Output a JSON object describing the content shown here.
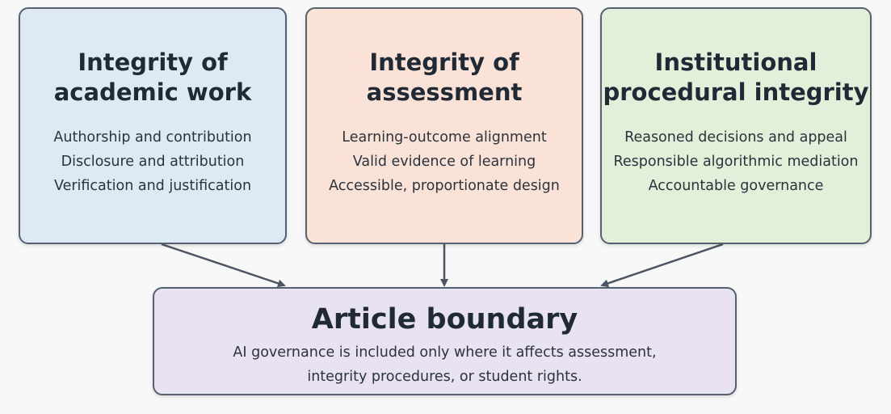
{
  "boxes": {
    "academic": {
      "title": [
        "Integrity of",
        "academic work"
      ],
      "items": [
        "Authorship and contribution",
        "Disclosure and attribution",
        "Verification and justification"
      ],
      "color": "#dde9f5"
    },
    "assessment": {
      "title": [
        "Integrity of",
        "assessment"
      ],
      "items": [
        "Learning-outcome alignment",
        "Valid evidence of learning",
        "Accessible, proportionate design"
      ],
      "color": "#fbe2d6"
    },
    "institutional": {
      "title": [
        "Institutional",
        "procedural integrity"
      ],
      "items": [
        "Reasoned decisions and appeal",
        "Responsible algorithmic mediation",
        "Accountable governance"
      ],
      "color": "#e3efd9"
    }
  },
  "boundary": {
    "title": "Article boundary",
    "lines": [
      "AI governance is included only where it affects assessment,",
      "integrity procedures, or student rights."
    ],
    "color": "#e8e2f1"
  },
  "colors": {
    "border": "#556070",
    "arrow": "#4b5563",
    "text": "#1f2a36"
  }
}
